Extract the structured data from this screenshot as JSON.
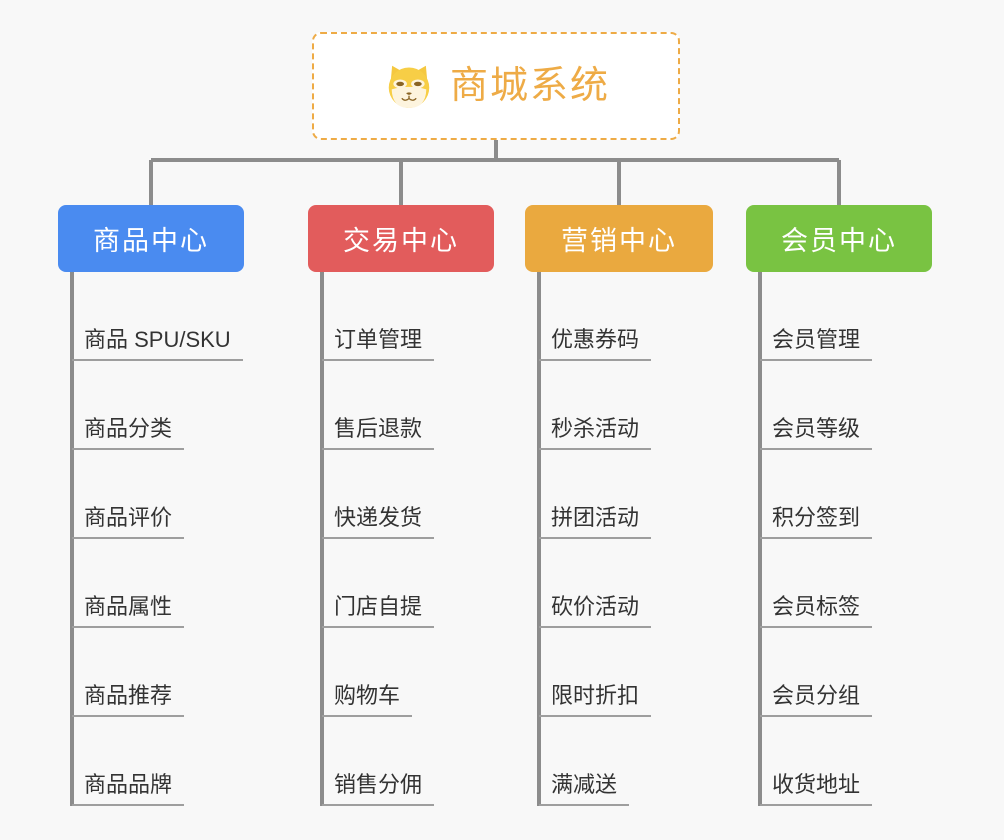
{
  "root": {
    "title": "商城系统",
    "icon": "shiba-dog-face-icon",
    "border_color": "#eeab46",
    "text_color": "#eeab46",
    "background": "#ffffff"
  },
  "canvas": {
    "background": "#f8f8f8",
    "connector_color": "#8c8c8c",
    "leaf_underline_color": "#9e9e9e",
    "leaf_text_color": "#333333"
  },
  "columns": [
    {
      "id": "product-center",
      "label": "商品中心",
      "color": "#4a8bf0",
      "items": [
        "商品 SPU/SKU",
        "商品分类",
        "商品评价",
        "商品属性",
        "商品推荐",
        "商品品牌"
      ]
    },
    {
      "id": "trade-center",
      "label": "交易中心",
      "color": "#e25c5c",
      "items": [
        "订单管理",
        "售后退款",
        "快递发货",
        "门店自提",
        "购物车",
        "销售分佣"
      ]
    },
    {
      "id": "marketing-center",
      "label": "营销中心",
      "color": "#eaa93f",
      "items": [
        "优惠券码",
        "秒杀活动",
        "拼团活动",
        "砍价活动",
        "限时折扣",
        "满减送"
      ]
    },
    {
      "id": "member-center",
      "label": "会员中心",
      "color": "#79c342",
      "items": [
        "会员管理",
        "会员等级",
        "积分签到",
        "会员标签",
        "会员分组",
        "收货地址"
      ]
    }
  ]
}
